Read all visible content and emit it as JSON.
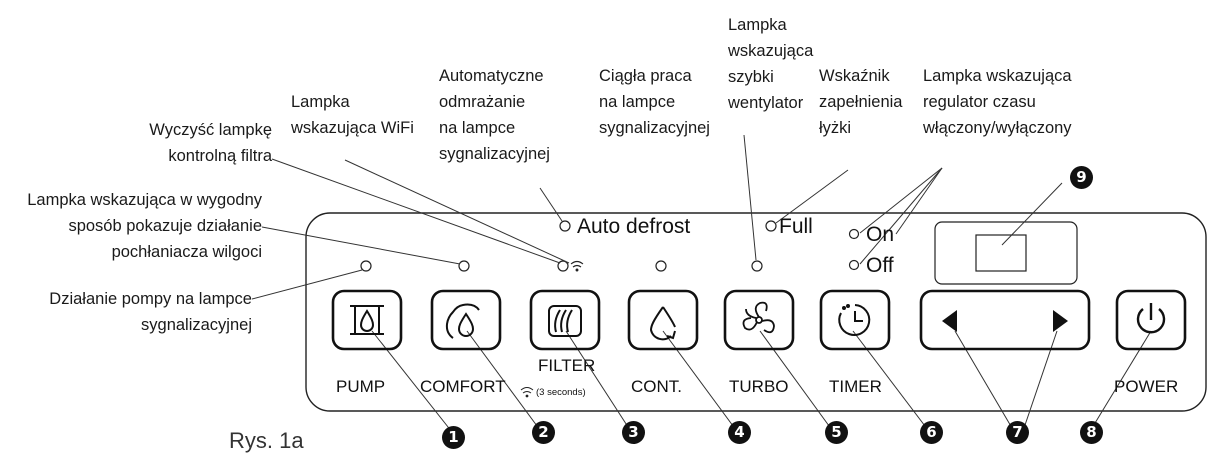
{
  "callouts": {
    "comfort_led": "Lampka wskazująca w wygodny\nsposób pokazuje działanie\npochłaniacza wilgoci",
    "pump_led": "Działanie pompy na lampce\nsygnalizacyjnej",
    "filter_led": "Wyczyść lampkę\nkontrolną filtra",
    "wifi_led": "Lampka\nwskazująca WiFi",
    "auto_defrost_led": "Automatyczne\nodmrażanie\nna lampce\nsygnalizacyjnej",
    "cont_led": "Ciągła praca\nna lampce\nsygnalizacyjnej",
    "turbo_led": "Lampka\nwskazująca\nszybki\nwentylator",
    "full_led": "Wskaźnik\nzapełnienia\nłyżki",
    "timer_led": "Lampka wskazująca\nregulator czasu\nwłączony/wyłączony"
  },
  "panel": {
    "auto_defrost": "Auto defrost",
    "full": "Full",
    "on": "On",
    "off": "Off"
  },
  "buttons": {
    "pump": "PUMP",
    "comfort": "COMFORT",
    "filter": "FILTER",
    "filter_hint": "(3 seconds)",
    "cont": "CONT.",
    "turbo": "TURBO",
    "timer": "TIMER",
    "power": "POWER"
  },
  "badges": [
    "1",
    "2",
    "3",
    "4",
    "5",
    "6",
    "7",
    "8",
    "9"
  ],
  "figure_caption": "Rys. 1a",
  "icons": [
    "pump-icon",
    "comfort-drop-icon",
    "filter-icon",
    "wifi-icon",
    "cont-drop-icon",
    "turbo-fan-icon",
    "timer-clock-icon",
    "arrow-left-icon",
    "arrow-right-icon",
    "power-icon"
  ]
}
